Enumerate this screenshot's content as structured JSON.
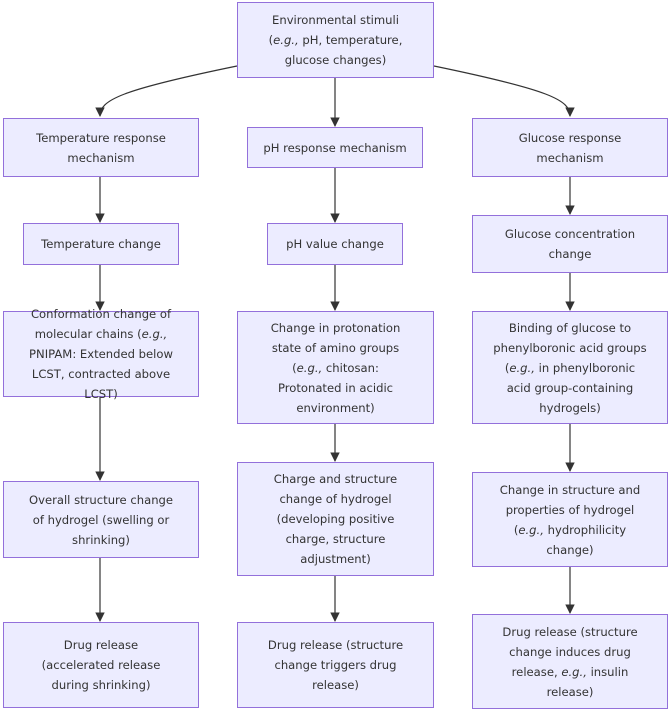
{
  "nodes": {
    "root": [
      "Environmental stimuli",
      "(e.g., pH, temperature,",
      "glucose changes)"
    ],
    "temp_mech": [
      "Temperature response",
      "mechanism"
    ],
    "temp_change": [
      "Temperature change"
    ],
    "temp_conf": [
      "Conformation change of",
      "molecular chains (e.g.,",
      "PNIPAM: Extended below",
      "LCST, contracted above",
      "LCST)"
    ],
    "temp_struct": [
      "Overall structure change",
      "of hydrogel (swelling or",
      "shrinking)"
    ],
    "temp_drug": [
      "Drug release",
      "(accelerated release",
      "during shrinking)"
    ],
    "ph_mech": [
      "pH response mechanism"
    ],
    "ph_change": [
      "pH value change"
    ],
    "ph_proton": [
      "Change in protonation",
      "state of amino groups",
      "(e.g., chitosan:",
      "Protonated in acidic",
      "environment)"
    ],
    "ph_struct": [
      "Charge and structure",
      "change of hydrogel",
      "(developing positive",
      "charge, structure",
      "adjustment)"
    ],
    "ph_drug": [
      "Drug release (structure",
      "change triggers drug",
      "release)"
    ],
    "glu_mech": [
      "Glucose response",
      "mechanism"
    ],
    "glu_change": [
      "Glucose concentration",
      "change"
    ],
    "glu_bind": [
      "Binding of glucose to",
      "phenylboronic acid groups",
      "(e.g., in phenylboronic",
      "acid group-containing",
      "hydrogels)"
    ],
    "glu_struct": [
      "Change in structure and",
      "properties of hydrogel",
      "(e.g., hydrophilicity",
      "change)"
    ],
    "glu_drug": [
      "Drug release (structure",
      "change induces drug",
      "release, e.g., insulin",
      "release)"
    ]
  },
  "colors": {
    "node_fill": "#ececff",
    "node_border": "#9370db",
    "edge": "#333333",
    "text": "#333333"
  }
}
